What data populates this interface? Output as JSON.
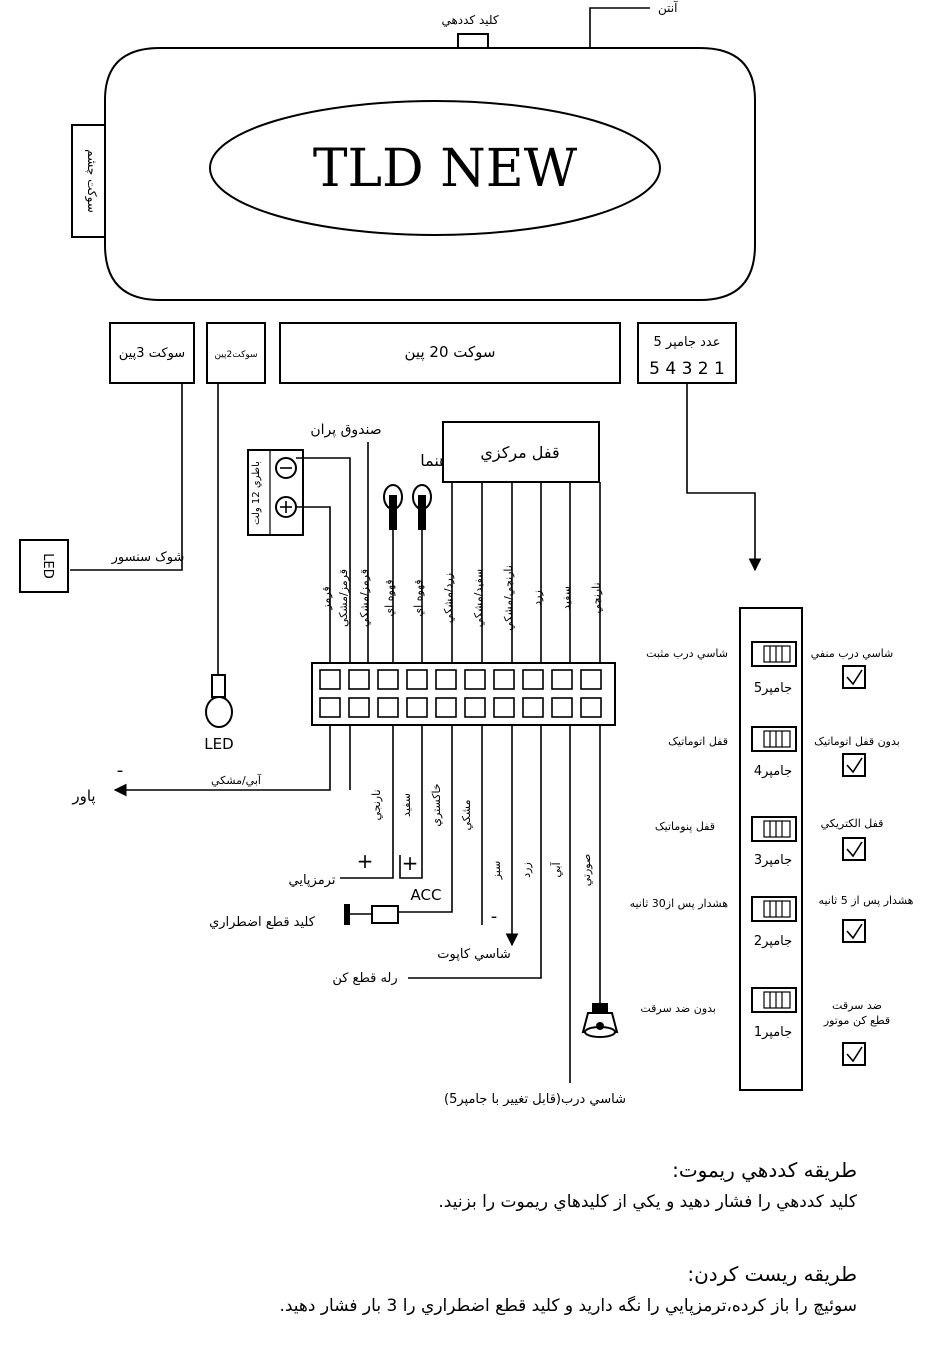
{
  "top": {
    "antenna": "آنتن",
    "coding_key": "کلید کددهي",
    "eye_socket": "سوکت چشم",
    "title": "TLD NEW"
  },
  "sockets": {
    "pin3": "سوکت 3پين",
    "pin2": "سوکت2پين",
    "pin20": "سوکت 20 پين",
    "jumpers_title": "5 عدد جامپر",
    "jumpers_numbers": "5 4 3 2 1"
  },
  "left": {
    "shock_sensor": "شوک سنسور",
    "led_box": "LED",
    "led": "LED",
    "battery": "باطري 12 ولت",
    "fuse_box": "صندوق پران",
    "turn_signal": "راهنما",
    "power": "پاور",
    "power_minus": "-"
  },
  "central_lock": "قفل مرکزي",
  "top_wires": [
    "قرمز",
    "قرمز/مشکي",
    "قرمز/مشکي",
    "قهوه اي",
    "قهوه اي",
    "زرد/مشکي",
    "سفيد/مشکي",
    "نارنجي/مشکي",
    "زرد",
    "سفيد",
    "نارنجي"
  ],
  "bottom_wires": {
    "blue_black": "آبي/مشکي",
    "orange": "نارنجي",
    "white": "سفيد",
    "gray": "خاکستري",
    "black": "مشکي",
    "green": "سبز",
    "yellow": "زرد",
    "blue": "آبي",
    "pink": "صورتي"
  },
  "bottom_targets": {
    "brake_plus": "+",
    "brake": "ترمزپايي",
    "acc_plus": "+",
    "acc": "ACC",
    "emergency_key": "کليد قطع اضطراري",
    "minus": "-",
    "hood_chassis": "شاسي کاپوت",
    "cut_relay": "رله قطع کن",
    "door_chassis": "شاسي درب(قابل تغيير با جامپر5)"
  },
  "jumpers": [
    {
      "left": "شاسي درب مثبت",
      "label": "جامپر5",
      "right": "شاسي درب منفي"
    },
    {
      "left": "قفل اتوماتيک",
      "label": "جامپر4",
      "right": "بدون قفل اتوماتيک"
    },
    {
      "left": "قفل پنوماتيک",
      "label": "جامپر3",
      "right": "قفل الکتريکي"
    },
    {
      "left": "هشدار پس از30 ثانيه",
      "label": "جامپر2",
      "right": "هشدار پس از 5 ثانيه"
    },
    {
      "left": "بدون ضد سرقت",
      "label": "جامپر1",
      "right": "ضد سرقت\nقطع کن موتور"
    }
  ],
  "instructions": {
    "remote_title": "طريقه کددهي ريموت:",
    "remote_body": "کليد کددهي را فشار دهيد و يکي از کليدهاي ريموت را بزنيد.",
    "reset_title": "طريقه ريست کردن:",
    "reset_body": "سوئيچ را باز کرده،ترمزپايي را نگه داريد و کليد قطع اضطراري را 3 بار فشار دهيد."
  }
}
